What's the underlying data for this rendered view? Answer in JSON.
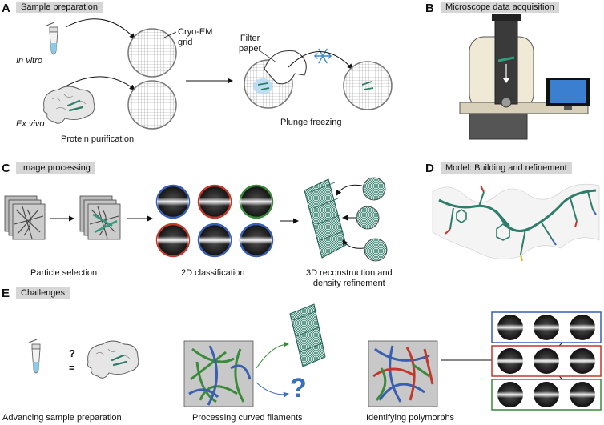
{
  "panels": {
    "A": {
      "letter": "A",
      "title": "Sample preparation"
    },
    "B": {
      "letter": "B",
      "title": "Microscope data acquisition"
    },
    "C": {
      "letter": "C",
      "title": "Image processing"
    },
    "D": {
      "letter": "D",
      "title": "Model: Building and refinement"
    },
    "E": {
      "letter": "E",
      "title": "Challenges"
    }
  },
  "labels": {
    "cryo_em_grid": "Cryo-EM\ngrid",
    "in_vitro": "In vitro",
    "ex_vivo": "Ex vivo",
    "protein_purification": "Protein purification",
    "filter_paper": "Filter\npaper",
    "plunge_freezing": "Plunge freezing",
    "particle_selection": "Particle selection",
    "classification_2d": "2D classification",
    "reconstruction_3d": "3D reconstruction and\ndensity refinement",
    "advancing_sample_prep": "Advancing sample preparation",
    "processing_curved": "Processing curved filaments",
    "identifying_polymorphs": "Identifying polymorphs",
    "question_mark": "?",
    "equals": "=",
    "big_question": "?"
  },
  "colors": {
    "teal": "#2e7d6a",
    "blue_ring": "#3a5fb0",
    "red_ring": "#c0392b",
    "green_ring": "#3a8a3a",
    "title_bg": "#d6d6d6",
    "question_blue": "#3a6fc0"
  }
}
